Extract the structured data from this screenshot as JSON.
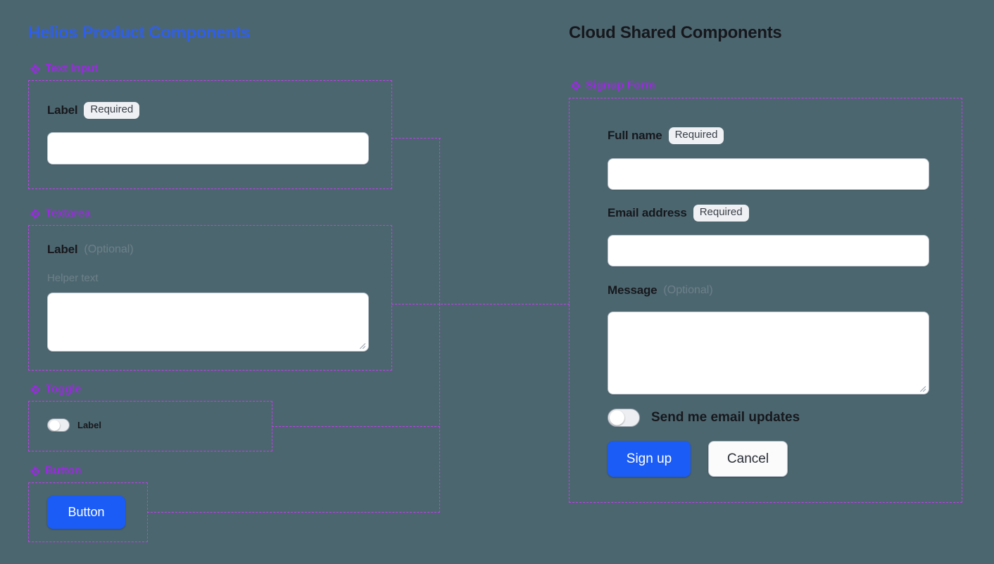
{
  "canvas": {
    "background_color": "#4c666f",
    "accent_blue": "#2f5fe8",
    "accent_purple": "#9a2ae0",
    "frame_dash_color": "#c23ef0",
    "primary_button_color": "#1a5cf5"
  },
  "columns": {
    "left": {
      "title": "Helios Product Components",
      "title_color": "#2f5fe8"
    },
    "right": {
      "title": "Cloud Shared Components",
      "title_color": "#16181d"
    }
  },
  "left_sections": {
    "text_input": {
      "section_label": "Text Input",
      "icon": "diamond-cluster-icon",
      "field": {
        "label": "Label",
        "badge": "Required",
        "input_value": "",
        "input_placeholder": ""
      }
    },
    "textarea": {
      "section_label": "Textarea",
      "icon": "diamond-cluster-icon",
      "field": {
        "label": "Label",
        "optional": "(Optional)",
        "helper_text": "Helper text",
        "textarea_value": "",
        "textarea_placeholder": ""
      }
    },
    "toggle": {
      "section_label": "Toggle",
      "icon": "diamond-cluster-icon",
      "field": {
        "label": "Label",
        "state": "off"
      }
    },
    "button": {
      "section_label": "Button",
      "icon": "diamond-cluster-icon",
      "field": {
        "label": "Button"
      }
    }
  },
  "right_section": {
    "section_label": "Signup Form",
    "icon": "diamond-cluster-icon",
    "fields": {
      "full_name": {
        "label": "Full name",
        "badge": "Required",
        "value": "",
        "placeholder": ""
      },
      "email": {
        "label": "Email address",
        "badge": "Required",
        "value": "",
        "placeholder": ""
      },
      "message": {
        "label": "Message",
        "optional": "(Optional)",
        "value": "",
        "placeholder": ""
      },
      "email_updates_toggle": {
        "label": "Send me email updates",
        "state": "off"
      }
    },
    "actions": {
      "submit": "Sign up",
      "cancel": "Cancel"
    }
  }
}
